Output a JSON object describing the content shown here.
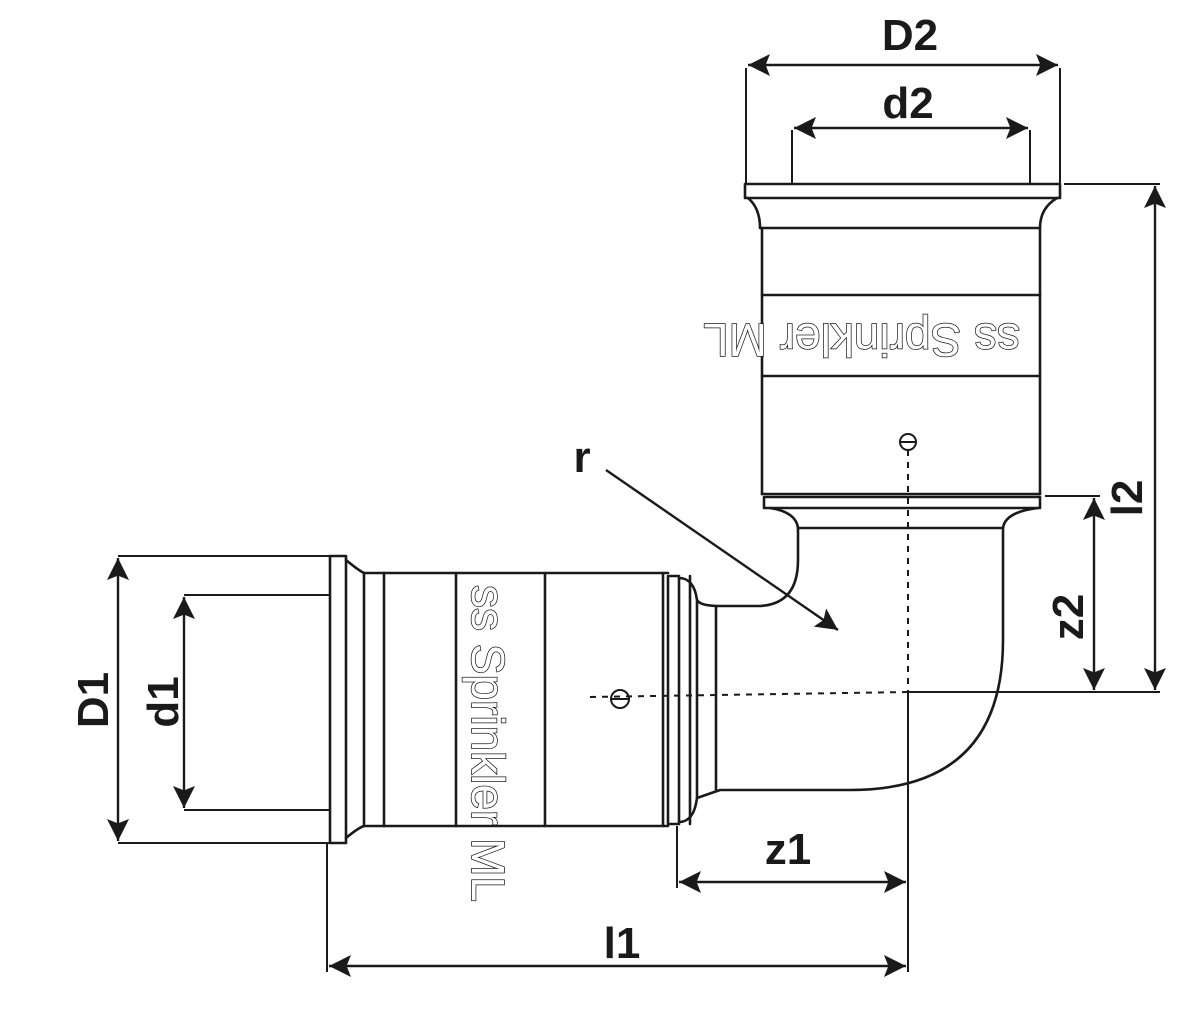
{
  "labels": {
    "D2": "D2",
    "d2": "d2",
    "r": "r",
    "l2": "l2",
    "z2": "z2",
    "D1": "D1",
    "d1": "d1",
    "z1": "z1",
    "l1": "l1"
  },
  "imprint": {
    "horizontal": "ss Sprinkler ML",
    "vertical": "ss Sprinkler ML"
  }
}
